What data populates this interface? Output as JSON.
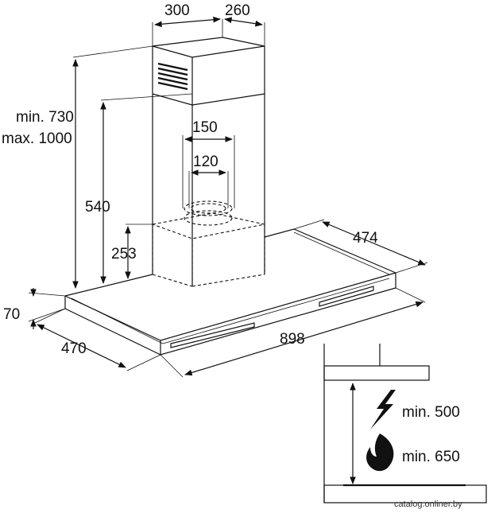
{
  "dimensions": {
    "chimney_width": "300",
    "chimney_depth": "260",
    "height_range_line1": "min. 730",
    "height_range_line2": "max. 1000",
    "chimney_height": "540",
    "outlet_outer": "150",
    "outlet_inner": "120",
    "motor_box_height": "253",
    "canopy_depth_right": "474",
    "canopy_height": "70",
    "canopy_depth_left": "470",
    "canopy_width": "898"
  },
  "clearance": {
    "electric_label": "min. 500",
    "gas_label": "min. 650",
    "electric_icon": "lightning-icon",
    "gas_icon": "flame-icon"
  },
  "watermark": "catalog.onliner.by"
}
